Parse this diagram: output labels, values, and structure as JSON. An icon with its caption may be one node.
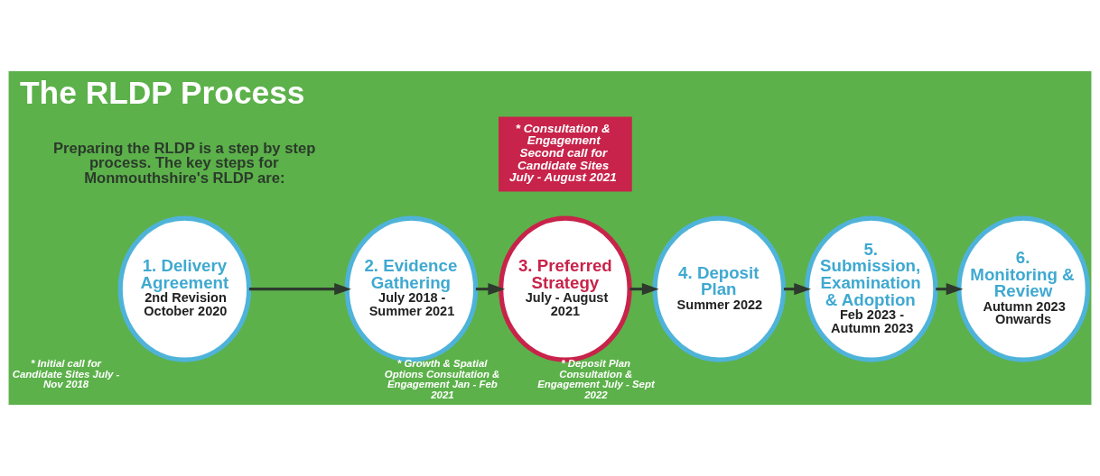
{
  "diagram": {
    "title": "The RLDP Process",
    "nodes": [
      {
        "text": [
          "1. Delivery Agreement",
          "2nd Revision October 2020"
        ],
        "beside": [
          "* Initial call for Candidate Sites July - Nov 2018"
        ]
      },
      {
        "text": [
          "2. Evidence Gathering",
          "July 2018 - Summer 2021"
        ]
      },
      {
        "text": [
          "3. Preferred Strategy",
          "July - August 2021"
        ],
        "beside": [
          "* Growth & Spatial Options Consultation & Engagement Jan - Feb 2021"
        ]
      },
      {
        "text": [
          "4. Deposit Plan",
          "Summer 2022"
        ],
        "beside": [
          "* Deposit Plan Consultation & Engagement July - Sept 2022"
        ]
      },
      {
        "text": [
          "5. Submission, Examination & Adoption",
          "Feb 2023 - Autumn 2023"
        ]
      },
      {
        "text": [
          "6. Monitoring & Review",
          "Autumn 2023 Onwards"
        ]
      },
      {
        "text": [
          "* Consultation & Engagement",
          "Second call for Candidate Sites",
          "July - August 2021"
        ]
      }
    ],
    "edges": [
      {
        "from": 0,
        "to": 1,
        "arrow": "to"
      },
      {
        "from": 1,
        "to": 2,
        "arrow": "to"
      },
      {
        "from": 2,
        "to": 3,
        "arrow": "to"
      },
      {
        "from": 3,
        "to": 4,
        "arrow": "to"
      },
      {
        "from": 4,
        "to": 5,
        "arrow": "to"
      }
    ],
    "labels": [
      "Preparing the RLDP is a step by step process. The key steps for Monmouthshire's RLDP are:"
    ]
  }
}
